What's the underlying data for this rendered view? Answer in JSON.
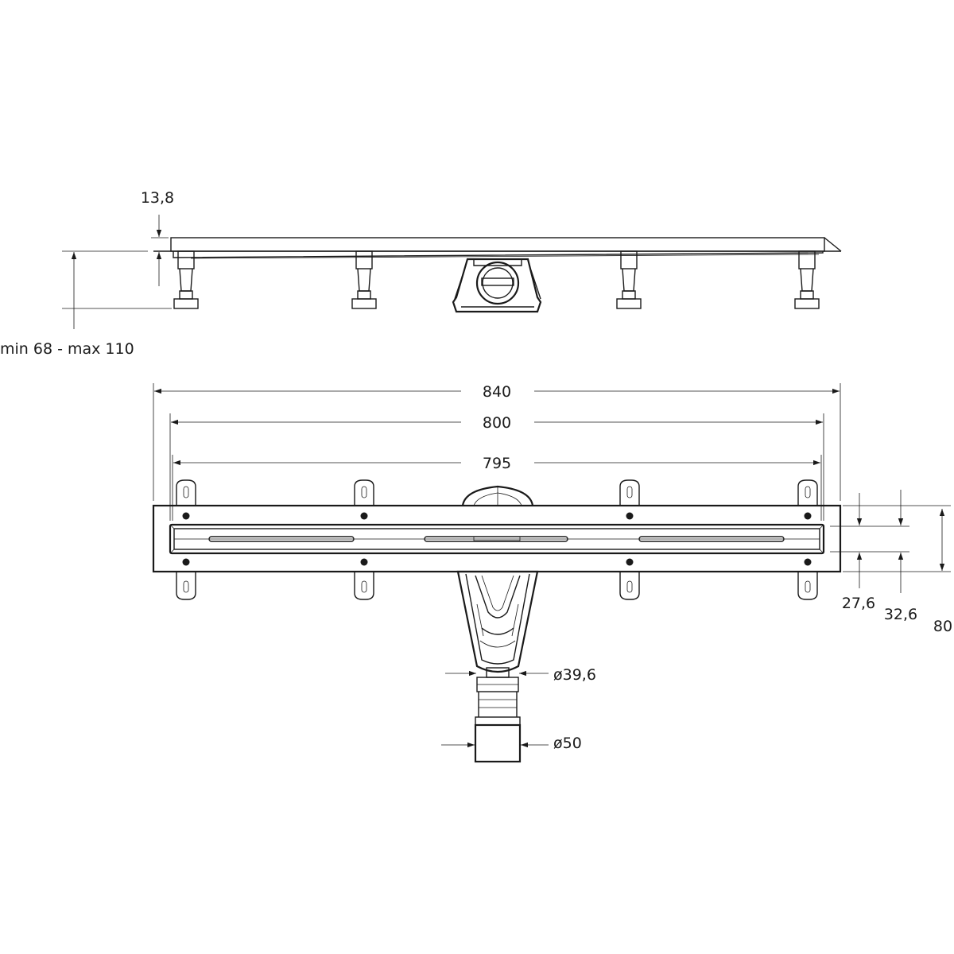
{
  "drawing": {
    "side_view": {
      "cover_thickness": "13,8",
      "height_range": "min 68 - max 110"
    },
    "top_view": {
      "overall_length": "840",
      "channel_length": "800",
      "grate_length": "795",
      "grate_width": "27,6",
      "channel_width": "32,6",
      "overall_width": "80",
      "outlet_diameter_inner": "ø39,6",
      "outlet_diameter_outer": "ø50"
    }
  }
}
